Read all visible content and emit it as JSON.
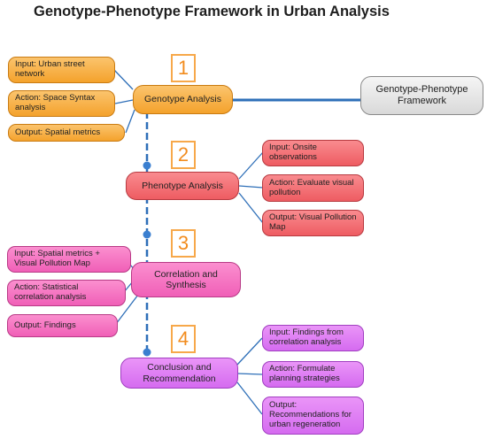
{
  "title": "Genotype-Phenotype Framework in Urban Analysis",
  "framework_box": "Genotype-Phenotype Framework",
  "steps": [
    {
      "number": "1",
      "label": "Genotype Analysis",
      "color": "#f4a22c",
      "items": [
        "Input: Urban street network",
        "Action: Space Syntax analysis",
        "Output: Spatial metrics"
      ]
    },
    {
      "number": "2",
      "label": "Phenotype Analysis",
      "color": "#ee5c62",
      "items": [
        "Input: Onsite observations",
        "Action: Evaluate visual pollution",
        "Output: Visual Pollution Map"
      ]
    },
    {
      "number": "3",
      "label": "Correlation and Synthesis",
      "color": "#f05fb7",
      "items": [
        "Input: Spatial metrics + Visual Pollution Map",
        "Action: Statistical correlation analysis",
        "Output: Findings"
      ]
    },
    {
      "number": "4",
      "label": "Conclusion and Recommendation",
      "color": "#d56bf0",
      "items": [
        "Input: Findings from correlation analysis",
        "Action: Formulate planning strategies",
        "Output: Recommendations for urban regeneration"
      ]
    }
  ],
  "colors": {
    "connector": "#2e6fb8",
    "number_border": "#f7a84a",
    "number_text": "#f28c1e"
  }
}
